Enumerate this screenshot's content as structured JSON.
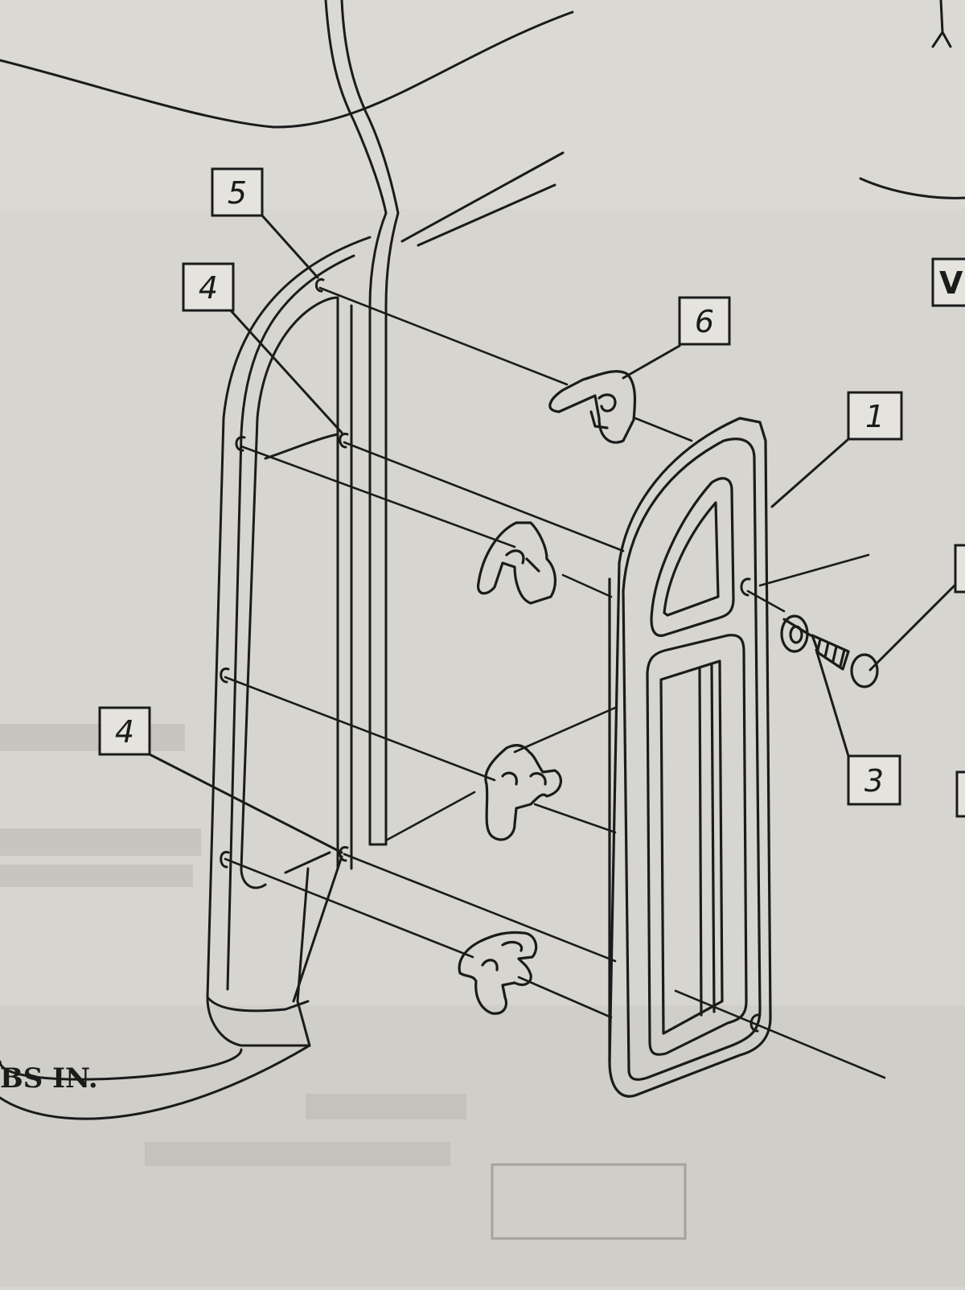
{
  "callouts": [
    {
      "id": "c1",
      "label": "1"
    },
    {
      "id": "c3",
      "label": "3"
    },
    {
      "id": "c4a",
      "label": "4"
    },
    {
      "id": "c4b",
      "label": "4"
    },
    {
      "id": "c5",
      "label": "5"
    },
    {
      "id": "c6",
      "label": "6"
    },
    {
      "id": "cV",
      "label": "V"
    }
  ],
  "caption_text": "BS IN.",
  "colors": {
    "paper": "#d6d5d0",
    "ink": "#1b1b1b",
    "box_fill": "#e4e3de"
  }
}
